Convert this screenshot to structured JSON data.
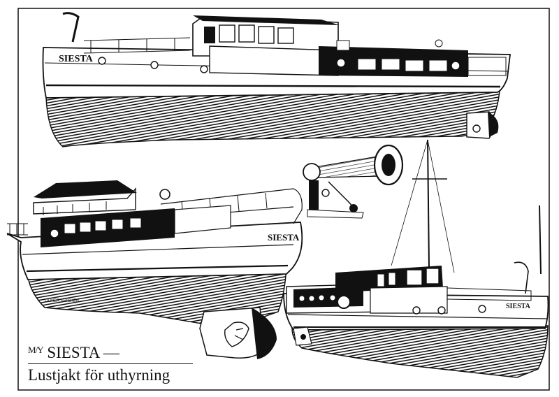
{
  "caption": {
    "mark": "M/Y",
    "title": "SIESTA —",
    "subtitle": "Lustjakt för uthyrning"
  },
  "boat_names": {
    "top": "SIESTA",
    "left": "SIESTA",
    "right": "SIESTA"
  },
  "signature": "OLMER FRICKER",
  "colors": {
    "ink": "#111111",
    "paper": "#ffffff"
  }
}
